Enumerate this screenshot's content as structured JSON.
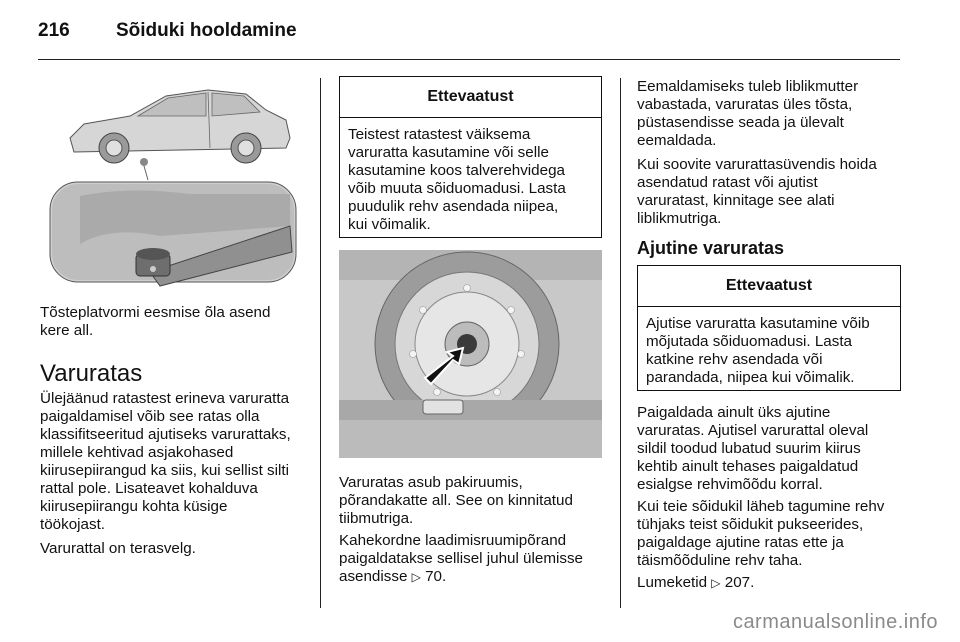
{
  "header": {
    "page_number": "216",
    "title": "Sõiduki hooldamine"
  },
  "col1": {
    "caption": "Tõsteplatvormi eesmise õla asend\nkere all.",
    "heading": "Varuratas",
    "para1": "Ülejäänud ratastest erineva varuratta\npaigaldamisel võib see ratas olla\nklassifitseeritud ajutiseks varurattaks,\nmillele kehtivad asjakohased\nkiirusepiirangud ka siis, kui sellist silti\nrattal pole. Lisateavet kohalduva\nkiirusepiirangu kohta küsige\ntöökojast.",
    "para2": "Varurattal on terasvelg."
  },
  "col2": {
    "caution_title": "Ettevaatust",
    "caution_text": "Teistest ratastest väiksema\nvaruratta kasutamine või selle\nkasutamine koos talverehvidega\nvõib muuta sõiduomadusi. Lasta\npuudulik rehv asendada niipea,\nkui võimalik.",
    "para1": "Varuratas asub pakiruumis,\npõrandakatte all. See on kinnitatud\ntiibmutriga.",
    "para2_text": "Kahekordne laadimisruumipõrand\npaigaldatakse sellisel juhul ülemisse\nasendisse ",
    "para2_ref": "70."
  },
  "col3": {
    "para1": "Eemaldamiseks tuleb liblikmutter\nvabastada, varuratas üles tõsta,\npüstasendisse seada ja ülevalt\neemaldada.",
    "para2": "Kui soovite varurattasüvendis hoida\nasendatud ratast või ajutist\nvaruratast, kinnitage see alati\nliblikmutriga.",
    "subheading": "Ajutine varuratas",
    "caution_title": "Ettevaatust",
    "caution_text": "Ajutise varuratta kasutamine võib\nmõjutada sõiduomadusi. Lasta\nkatkine rehv asendada või\nparandada, niipea kui võimalik.",
    "para3": "Paigaldada ainult üks ajutine\nvaruratas. Ajutisel varurattal oleval\nsildil toodud lubatud suurim kiirus\nkehtib ainult tehases paigaldatud\nesialgse rehvimõõdu korral.",
    "para4": "Kui teie sõidukil läheb tagumine rehv\ntühjaks teist sõidukit pukseerides,\npaigaldage ajutine ratas ette ja\ntäismõõduline rehv taha.",
    "para5_text": "Lumeketid ",
    "para5_ref": "207."
  },
  "icons": {
    "ref_arrow": "page-reference-arrow-icon"
  },
  "watermark": "carmanualsonline.info"
}
